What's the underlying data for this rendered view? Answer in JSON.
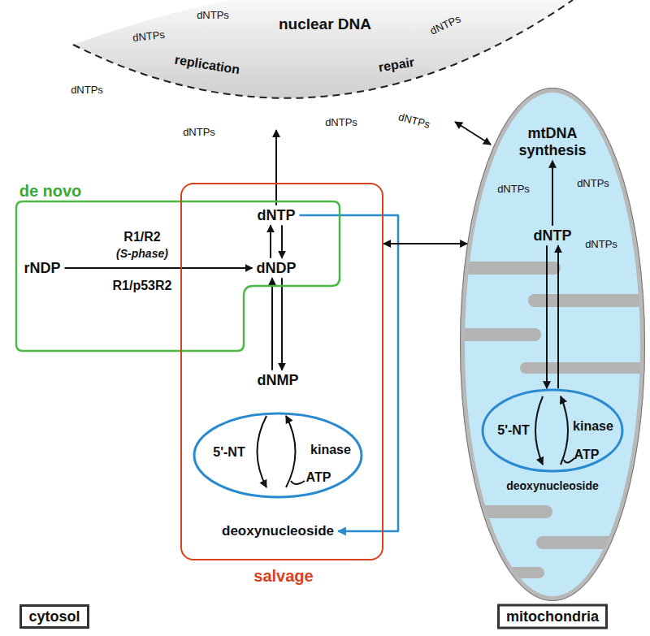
{
  "diagram": {
    "nodes": [
      {
        "text": [
          "nuclear DNA",
          "replication",
          "repair"
        ]
      },
      {
        "text": [
          "de novo"
        ]
      },
      {
        "text": [
          "salvage"
        ]
      },
      {
        "text": [
          "dNTP"
        ],
        "in": 1
      },
      {
        "text": [
          "dNDP"
        ],
        "in": 1
      },
      {
        "text": [
          "rNDP"
        ],
        "in": 1
      },
      {
        "text": [
          "dNMP"
        ],
        "in": 2
      },
      {
        "text": [
          "5'-NT",
          "kinase",
          "ATP"
        ],
        "in": 2
      },
      {
        "text": [
          "deoxynucleoside"
        ],
        "in": 2
      },
      {
        "text": [
          "mitochondria"
        ]
      },
      {
        "text": [
          "mtDNA synthesis"
        ],
        "in": 9
      },
      {
        "text": [
          "dNTP"
        ],
        "in": 9
      },
      {
        "text": [
          "5'-NT",
          "kinase",
          "ATP"
        ],
        "in": 9
      },
      {
        "text": [
          "deoxynucleoside"
        ],
        "in": 9
      },
      {
        "text": [
          "cytosol"
        ]
      }
    ],
    "edges": [
      {
        "from": 3,
        "to": 0,
        "arrow": "to"
      },
      {
        "from": 4,
        "to": 3,
        "arrow": "to"
      },
      {
        "from": 3,
        "to": 4,
        "arrow": "to"
      },
      {
        "from": 5,
        "to": 4,
        "arrow": "to"
      },
      {
        "from": 4,
        "to": 6,
        "arrow": "to"
      },
      {
        "from": 6,
        "to": 4,
        "arrow": "to"
      },
      {
        "from": 3,
        "to": 8,
        "arrow": "to"
      },
      {
        "from": 2,
        "to": 9,
        "arrow": "both"
      },
      {
        "from": 11,
        "to": 10,
        "arrow": "to"
      },
      {
        "from": 11,
        "to": 12,
        "arrow": "to"
      },
      {
        "from": 12,
        "to": 11,
        "arrow": "to"
      }
    ],
    "labels": [
      "R1/R2",
      "(S-phase)",
      "R1/p53R2",
      "dNTPs",
      "dNTPs",
      "dNTPs",
      "dNTPs",
      "dNTPs",
      "dNTPs",
      "dNTPs",
      "dNTPs",
      "dNTPs",
      "dNTPs"
    ]
  }
}
